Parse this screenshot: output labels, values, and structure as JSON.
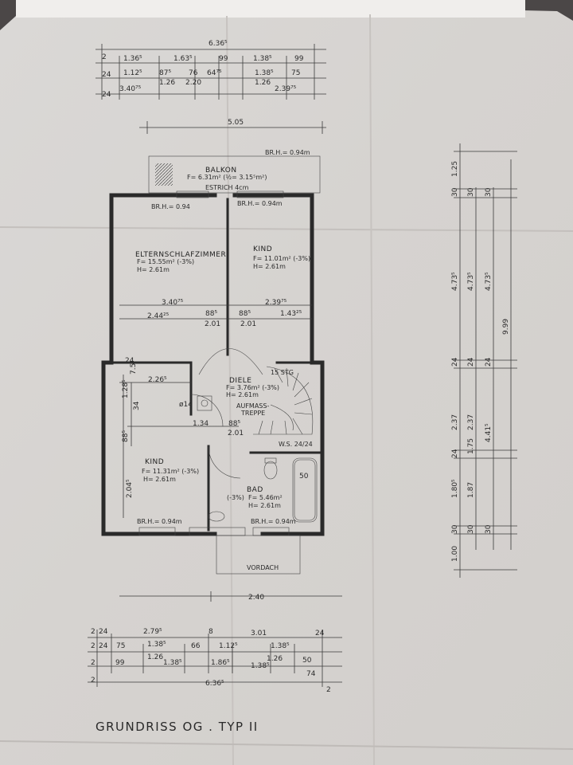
{
  "title": "GRUNDRISS OG . TYP II",
  "rooms": {
    "balkon": {
      "name": "BALKON",
      "area": "F= 6.31m² (½= 3.15⁵m²)",
      "note": "ESTRICH 4cm",
      "br": "BR.H.= 0.94m"
    },
    "eltern": {
      "name": "ELTERNSCHLAFZIMMER",
      "area": "F= 15.55m² (-3%)",
      "height": "H= 2.61m"
    },
    "kind1": {
      "name": "KIND",
      "area": "F= 11.01m² (-3%)",
      "height": "H= 2.61m"
    },
    "diele": {
      "name": "DIELE",
      "area": "F= 3.76m² (-3%)",
      "height": "H= 2.61m"
    },
    "treppe": {
      "line1": "AUFMASS-",
      "line2": "TREPPE",
      "stg": "15 STG",
      "ws": "W.S. 24/24"
    },
    "kind2": {
      "name": "KIND",
      "area": "F= 11.31m² (-3%)",
      "height": "H= 2.61m"
    },
    "bad": {
      "name": "BAD",
      "pct": "(-3%)",
      "area": "F= 5.46m²",
      "height": "H= 2.61m"
    },
    "vordach": {
      "name": "VORDACH"
    }
  },
  "br_labels": {
    "b1": "BR.H.= 0.94",
    "b2": "BR.H.= 0.94m",
    "b3": "BR.H.= 0.94m",
    "b4": "BR.H.= 0.94m"
  },
  "top_dims": {
    "total": "6.36⁵",
    "r1a": "1.36⁵",
    "r1b": "1.63⁵",
    "r1c": "99",
    "r1d": "1.38⁵",
    "r1e": "99",
    "r2a": "1.12⁵",
    "r2b": "87⁵",
    "r2c": "76",
    "r2d": "64⁷⁵",
    "r2e": "1.38⁵",
    "r2f": "75",
    "r3a": "3.40⁷⁵",
    "r3b": "1.26",
    "r3c": "2.20",
    "r3d": "1.26",
    "r3e": "2.39⁷⁵",
    "s2": "2",
    "s24": "24",
    "w505": "5.05"
  },
  "inner_dims": {
    "d1": "3.40⁷⁵",
    "d2": "2.39⁷⁵",
    "d3": "2.44²⁵",
    "d4": "88⁵",
    "d5": "2.01",
    "d6": "88⁵",
    "d7": "2.01",
    "d8": "1.43²⁵",
    "d9": "2.26⁵",
    "d10": "1.28⁵",
    "d11": "1.34",
    "d12": "88⁵",
    "d13": "2.04⁵",
    "d14": "34",
    "d15": "88⁵",
    "d16": "2.01",
    "d17": "50",
    "d18": "ø14",
    "d19": "7.5",
    "d20": "24"
  },
  "bottom_dims": {
    "w240": "2.40",
    "a1": "2.79⁵",
    "a2": "3.01",
    "b1": "75",
    "b2": "1.38⁵",
    "b3": "66",
    "b4": "1.12⁵",
    "b5": "1.38⁵",
    "c1": "99",
    "c2": "1.26",
    "c3": "1.38⁵",
    "c4": "1.86⁵",
    "c5": "1.38⁵",
    "c6": "1.26",
    "c7": "50",
    "c8": "74",
    "total": "6.36⁵",
    "s2": "2",
    "s24": "24",
    "s8": "8"
  },
  "side_dims": {
    "s1": "1.25",
    "s2": "30",
    "s3": "4.73⁵",
    "s4": "4.73⁵",
    "s5": "4.73⁵",
    "s6": "9.99",
    "s7": "24",
    "s8": "2.37",
    "s9": "2.37",
    "s10": "4.41⁵",
    "s11": "1.75",
    "s12": "1.80⁵",
    "s13": "1.87",
    "s14": "1.00",
    "s15": "30"
  }
}
